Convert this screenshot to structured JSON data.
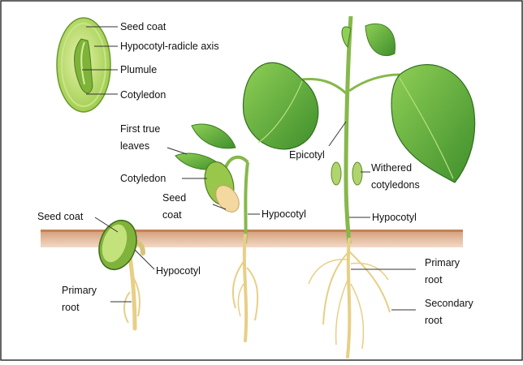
{
  "seed_labels": {
    "seed_coat": "Seed coat",
    "hypocotyl_radicle_axis": "Hypocotyl-radicle axis",
    "plumule": "Plumule",
    "cotyledon": "Cotyledon"
  },
  "stage1_labels": {
    "seed_coat": "Seed coat",
    "hypocotyl": "Hypocotyl",
    "primary_root_line1": "Primary",
    "primary_root_line2": "root"
  },
  "stage2_labels": {
    "first_true_leaves_line1": "First true",
    "first_true_leaves_line2": "leaves",
    "cotyledon": "Cotyledon",
    "seed_coat_line1": "Seed",
    "seed_coat_line2": "coat",
    "hypocotyl": "Hypocotyl"
  },
  "stage3_labels": {
    "epicotyl": "Epicotyl",
    "withered_cotyledons_line1": "Withered",
    "withered_cotyledons_line2": "cotyledons",
    "hypocotyl": "Hypocotyl",
    "primary_root_line1": "Primary",
    "primary_root_line2": "root",
    "secondary_root_line1": "Secondary",
    "secondary_root_line2": "root"
  },
  "colors": {
    "soil": "#d9a27a",
    "leaf": "#5aa83a",
    "leaf_light": "#9fd16a",
    "stem": "#7cb342",
    "root": "#e8cf8a",
    "seed": "#b9dc6a",
    "leader": "#333333"
  }
}
